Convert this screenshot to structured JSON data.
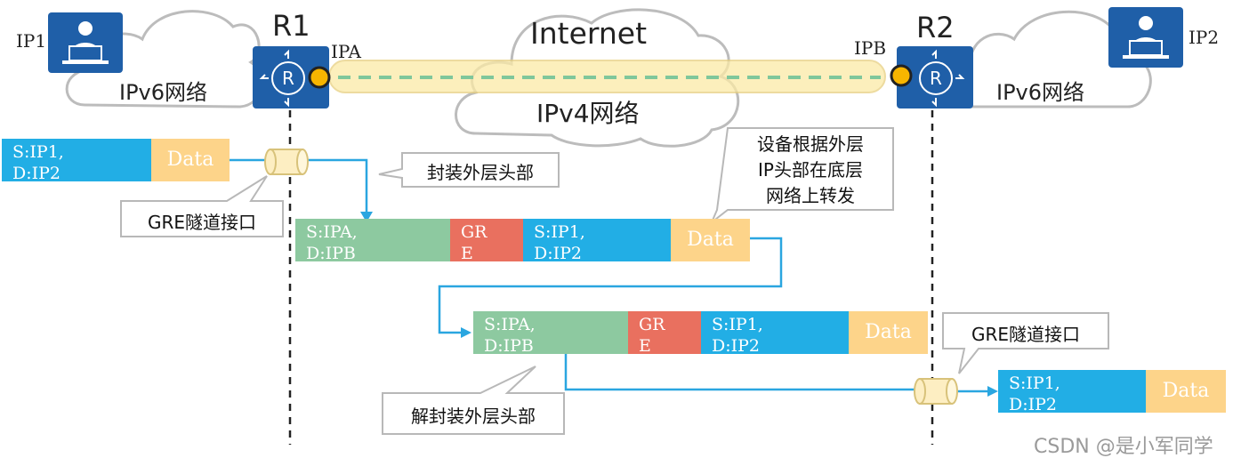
{
  "routers": {
    "r1_label": "R1",
    "r2_label": "R2"
  },
  "hosts": {
    "ip1": "IP1",
    "ip2": "IP2"
  },
  "interfaces": {
    "ipa": "IPA",
    "ipb": "IPB"
  },
  "clouds": {
    "left": "IPv6网络",
    "right": "IPv6网络",
    "internet": "Internet",
    "ipv4": "IPv4网络"
  },
  "packets": {
    "original": {
      "ip": "S:IP1,\nD:IP2",
      "data": "Data"
    },
    "encapsulated": {
      "outer": "S:IPA,\nD:IPB",
      "gre": "GR\nE",
      "inner": "S:IP1,\nD:IP2",
      "data": "Data"
    },
    "in_transit": {
      "outer": "S:IPA,\nD:IPB",
      "gre": "GR\nE",
      "inner": "S:IP1,\nD:IP2",
      "data": "Data"
    },
    "decapsulated": {
      "ip": "S:IP1,\nD:IP2",
      "data": "Data"
    }
  },
  "callouts": {
    "tunnel_left": "GRE隧道接口",
    "tunnel_right": "GRE隧道接口",
    "encap": "封装外层头部",
    "forward": "设备根据外层\nIP头部在底层\n网络上转发",
    "decap": "解封装外层头部"
  },
  "watermark": "CSDN @是小军同学",
  "colors": {
    "router": "#1f5fa8",
    "ip_header": "#22aee5",
    "data": "#fdd48a",
    "outer_header": "#8dc9a0",
    "gre": "#e9705f",
    "arrow": "#2aa6e0",
    "tunnel": "#fbeaa6",
    "tunnel_dash": "#7fc79b",
    "interface_dot": "#f7b500"
  }
}
